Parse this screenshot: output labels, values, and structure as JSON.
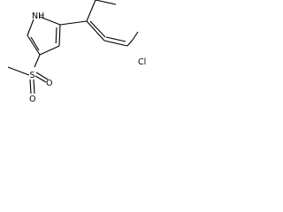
{
  "structure": {
    "labels": {
      "nh": "NH",
      "s": "S",
      "o_top": "O",
      "o_bottom": "O",
      "cl": "Cl"
    }
  }
}
